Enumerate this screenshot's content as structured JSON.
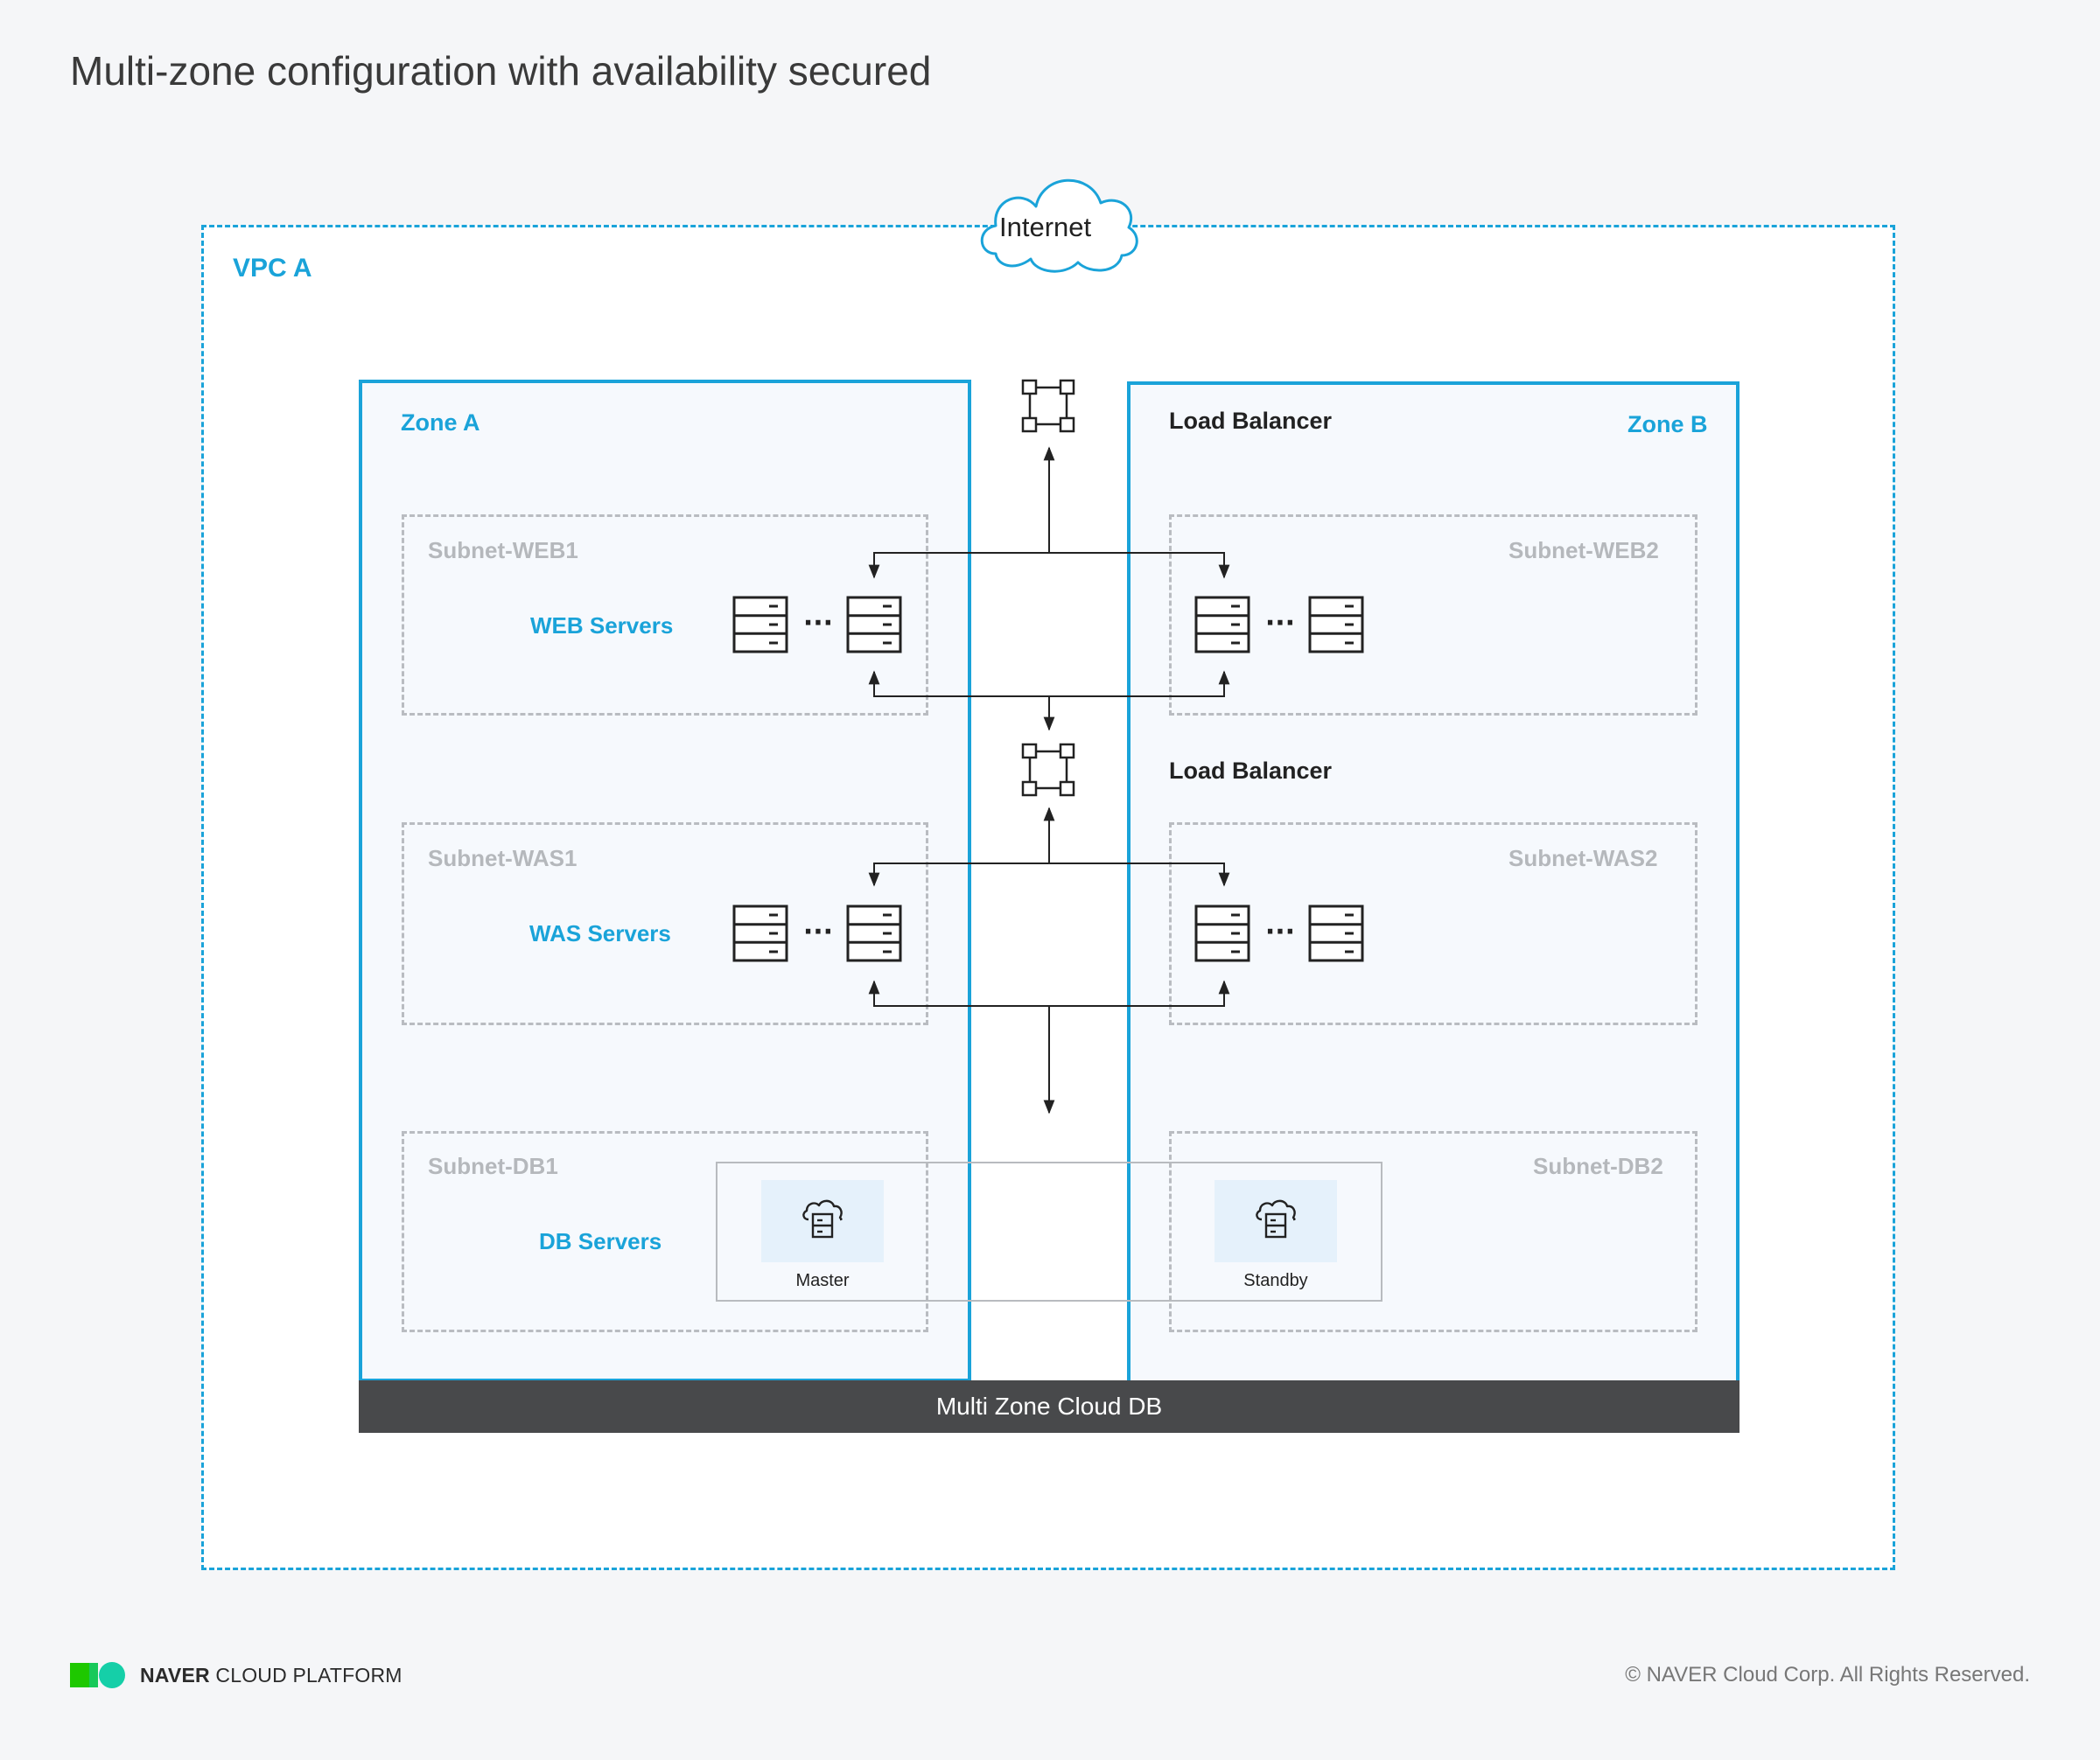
{
  "title": "Multi-zone configuration with availability secured",
  "internet_label": "Internet",
  "vpc_label": "VPC A",
  "zone_a": {
    "label": "Zone A",
    "subnets": [
      {
        "name": "Subnet-WEB1",
        "servers": "WEB Servers"
      },
      {
        "name": "Subnet-WAS1",
        "servers": "WAS Servers"
      },
      {
        "name": "Subnet-DB1",
        "servers": "DB Servers"
      }
    ]
  },
  "zone_b": {
    "label": "Zone B",
    "subnets": [
      {
        "name": "Subnet-WEB2"
      },
      {
        "name": "Subnet-WAS2"
      },
      {
        "name": "Subnet-DB2"
      }
    ]
  },
  "load_balancers": [
    "Load Balancer",
    "Load Balancer"
  ],
  "db_nodes": {
    "master": "Master",
    "standby": "Standby"
  },
  "multi_zone_db_label": "Multi Zone Cloud DB",
  "server_ellipsis": "···",
  "footer": {
    "brand_bold": "NAVER",
    "brand_rest": " CLOUD PLATFORM",
    "copyright": "© NAVER Cloud Corp. All Rights Reserved."
  },
  "colors": {
    "accent_blue": "#1aa3d9",
    "subnet_gray": "#b5b8bc",
    "bar_dark": "#48494b",
    "db_tile": "#e5f1fb",
    "logo_green": "#1ec800",
    "logo_teal": "#15cfa8"
  }
}
